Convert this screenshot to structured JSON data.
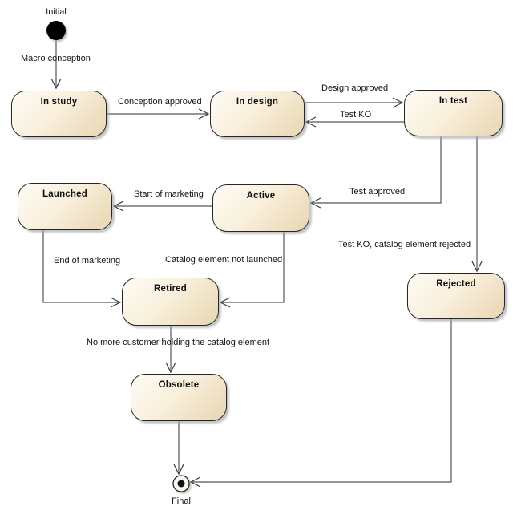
{
  "diagram_type": "uml-state-machine",
  "colors": {
    "background": "#ffffff",
    "state_fill_top": "#fefcf6",
    "state_fill_bottom": "#e9d5b1",
    "state_border": "#262626",
    "connector": "#565656",
    "initial_fill": "#000000",
    "final_dot_fill": "#111111",
    "text": "#141414"
  },
  "nodes": {
    "initial": {
      "label": "Initial",
      "kind": "initial-pseudostate"
    },
    "in_study": {
      "label": "In study",
      "kind": "state"
    },
    "in_design": {
      "label": "In design",
      "kind": "state"
    },
    "in_test": {
      "label": "In test",
      "kind": "state"
    },
    "launched": {
      "label": "Launched",
      "kind": "state"
    },
    "active": {
      "label": "Active",
      "kind": "state"
    },
    "retired": {
      "label": "Retired",
      "kind": "state"
    },
    "rejected": {
      "label": "Rejected",
      "kind": "state"
    },
    "obsolete": {
      "label": "Obsolete",
      "kind": "state"
    },
    "final": {
      "label": "Final",
      "kind": "final-state"
    }
  },
  "transitions": {
    "macro_conception": {
      "label": "Macro conception",
      "from": "initial",
      "to": "in_study"
    },
    "conception_approved": {
      "label": "Conception approved",
      "from": "in_study",
      "to": "in_design"
    },
    "design_approved": {
      "label": "Design approved",
      "from": "in_design",
      "to": "in_test"
    },
    "test_ko": {
      "label": "Test KO",
      "from": "in_test",
      "to": "in_design"
    },
    "test_approved": {
      "label": "Test approved",
      "from": "in_test",
      "to": "active"
    },
    "test_ko_rejected": {
      "label": "Test KO, catalog element rejected",
      "from": "in_test",
      "to": "rejected"
    },
    "start_of_marketing": {
      "label": "Start of marketing",
      "from": "active",
      "to": "launched"
    },
    "end_of_marketing": {
      "label": "End of marketing",
      "from": "launched",
      "to": "retired"
    },
    "catalog_not_launched": {
      "label": "Catalog element not launched",
      "from": "active",
      "to": "retired"
    },
    "no_more_customer": {
      "label": "No more customer holding the catalog element",
      "from": "retired",
      "to": "obsolete"
    },
    "obsolete_to_final": {
      "label": "",
      "from": "obsolete",
      "to": "final"
    },
    "rejected_to_final": {
      "label": "",
      "from": "rejected",
      "to": "final"
    }
  }
}
